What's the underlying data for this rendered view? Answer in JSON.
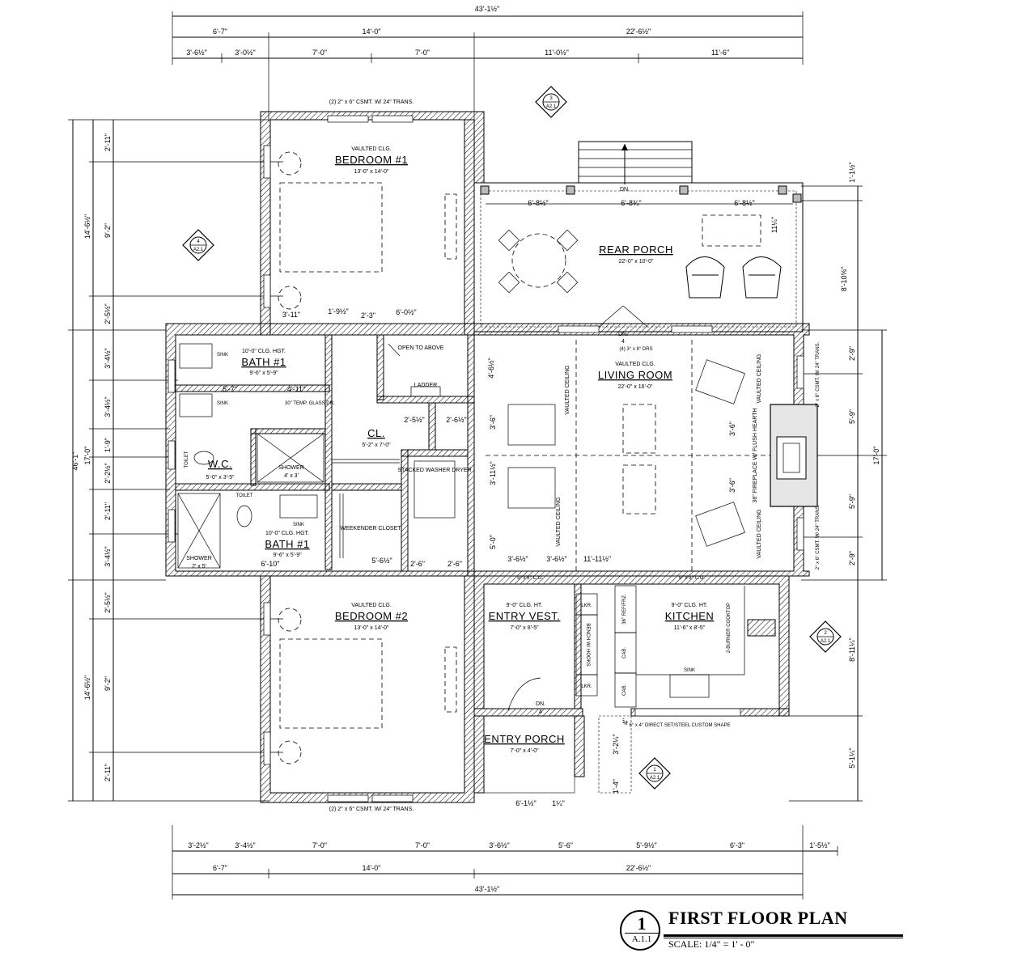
{
  "title": {
    "name": "FIRST FLOOR PLAN",
    "scale": "SCALE: 1/4\" = 1' - 0\"",
    "detail_number": "1",
    "sheet": "A.1.1"
  },
  "rooms": {
    "bedroom1": {
      "ceiling": "VAULTED CLG.",
      "name": "BEDROOM #1",
      "size": "13'-0\" x 14'-0\""
    },
    "bedroom2": {
      "ceiling": "VAULTED CLG.",
      "name": "BEDROOM #2",
      "size": "13'-0\" x 14'-0\""
    },
    "bath_top": {
      "ceiling": "10'-0\" CLG. HGT.",
      "name": "BATH #1",
      "size": "9'-6\" x 5'-9\""
    },
    "bath_bottom": {
      "ceiling": "10'-0\" CLG. HGT.",
      "name": "BATH #1",
      "size": "9'-6\" x 5'-9\""
    },
    "wc": {
      "name": "W.C.",
      "size": "5'-0\" x 3'-5\""
    },
    "closet": {
      "name": "CL.",
      "size": "5'-2\" x 7'-0\""
    },
    "rear_porch": {
      "name": "REAR PORCH",
      "size": "22'-0\" x 10'-0\""
    },
    "living": {
      "ceiling": "VAULTED CLG.",
      "name": "LIVING ROOM",
      "size": "22'-0\" x 16'-0\""
    },
    "entry_vest": {
      "ceiling": "9'-0\" CLG. HT.",
      "name": "ENTRY VEST.",
      "size": "7'-0\" x 8'-5\""
    },
    "kitchen": {
      "ceiling": "9'-0\" CLG. HT.",
      "name": "KITCHEN",
      "size": "11'-6\" x 8'-5\""
    },
    "entry_porch": {
      "name": "ENTRY PORCH",
      "size": "7'-0\" x 4'-0\""
    }
  },
  "labels": {
    "open_to_above": "OPEN TO ABOVE",
    "ladder": "LADDER",
    "stacked": "STACKED WASHER DRYER",
    "weekender": "WEEKENDER CLOSET",
    "shower": "SHOWER",
    "shower_size": "4' x 3'",
    "shower2": "SHOWER",
    "shower2_size": "2' x 5'",
    "toilet": "TOILET",
    "toilet2": "TOILET",
    "sink": "SINK",
    "sink2": "SINK",
    "sink3": "SINK",
    "kitchen_sink": "SINK",
    "vaulted_ceiling": "VAULTED CEILING",
    "fireplace": "36\" FIREPLACE W/ FLUSH HEARTH",
    "lkr": "LKR.",
    "cab": "CAB.",
    "bench": "BENCH W/ HOOKS",
    "ref": "36\" REF/FRZ.",
    "cooktop": "2-BURNER COOKTOP",
    "dn": "DN.",
    "dn_count": "4",
    "door_note": "(4) 3° x 8° DRS",
    "casement_top": "(2) 2° x 6° CSMT. W/ 24\" TRANS.",
    "casement_bottom": "(2) 2° x 6° CSMT. W/ 24\" TRANS.",
    "csmt_right": "2° x 6° CSMT. W/ 24\" TRANS.",
    "direct_set": "6° x 4° DIRECT SET/STEEL CUSTOM SHAPE",
    "co_1": "5° x 8° C.O.",
    "co_2": "6° x 8° C.O.",
    "glass_door": "30\" TEMP. GLASS DR."
  },
  "section_markers": [
    {
      "num": "3",
      "sheet": "A2.1"
    },
    {
      "num": "4",
      "sheet": "A2.1"
    },
    {
      "num": "2",
      "sheet": "A2.1"
    },
    {
      "num": "1",
      "sheet": "A2.1"
    }
  ],
  "dims": {
    "top_overall": "43'-1½\"",
    "top_l1": [
      "6'-7\"",
      "14'-0\"",
      "22'-6½\""
    ],
    "top_l2": [
      "3'-6½\"",
      "3'-0½\"",
      "7'-0\"",
      "7'-0\"",
      "11'-0½\"",
      "11'-6\""
    ],
    "bottom_overall": "43'-1½\"",
    "bottom_l1": [
      "6'-7\"",
      "14'-0\"",
      "22'-6½\""
    ],
    "bottom_l2": [
      "3'-2½\"",
      "3'-4½\"",
      "7'-0\"",
      "7'-0\"",
      "3'-6½\"",
      "5'-6\"",
      "5'-9½\"",
      "6'-3\"",
      "1'-5½\""
    ],
    "left_overall": "46'-1\"",
    "left_l1": [
      "14'-6½\"",
      "17'-0\"",
      "14'-6½\""
    ],
    "left_l2": [
      "2'-11\"",
      "9'-2\"",
      "2'-5½\"",
      "3'-4½\"",
      "3'-4½\"",
      "1'-9\"",
      "2'-2½\"",
      "2'-11\"",
      "3'-4½\"",
      "2'-5½\"",
      "9'-2\"",
      "2'-11\""
    ],
    "right": [
      "1'-1½\"",
      "11¼\"",
      "8'-10⅝\"",
      "2'-9\"",
      "5'-9\"",
      "17'-0\"",
      "5'-9\"",
      "2'-9\"",
      "8'-11¼\"",
      "5'-1¼\""
    ],
    "interior": [
      "1'-9½\"",
      "2'-3\"",
      "6'-0½\"",
      "3'-11\"",
      "5'-7\"",
      "4'-11\"",
      "4'-6½\"",
      "2'-5½\"",
      "2'-6½\"",
      "3'-6\"",
      "3'-11½\"",
      "3'-6\"",
      "3'-6\"",
      "5'-0\"",
      "3'-6½\"",
      "3'-6½\"",
      "11'-11½\"",
      "2'-6\"",
      "2'-6\"",
      "5'-6½\"",
      "6'-10\"",
      "6'-8½\"",
      "6'-8¾\"",
      "6'-8½\"",
      "6'-1½\"",
      "1¼\"",
      "3'-2¼\"",
      "4\"",
      "1'-4\""
    ]
  }
}
